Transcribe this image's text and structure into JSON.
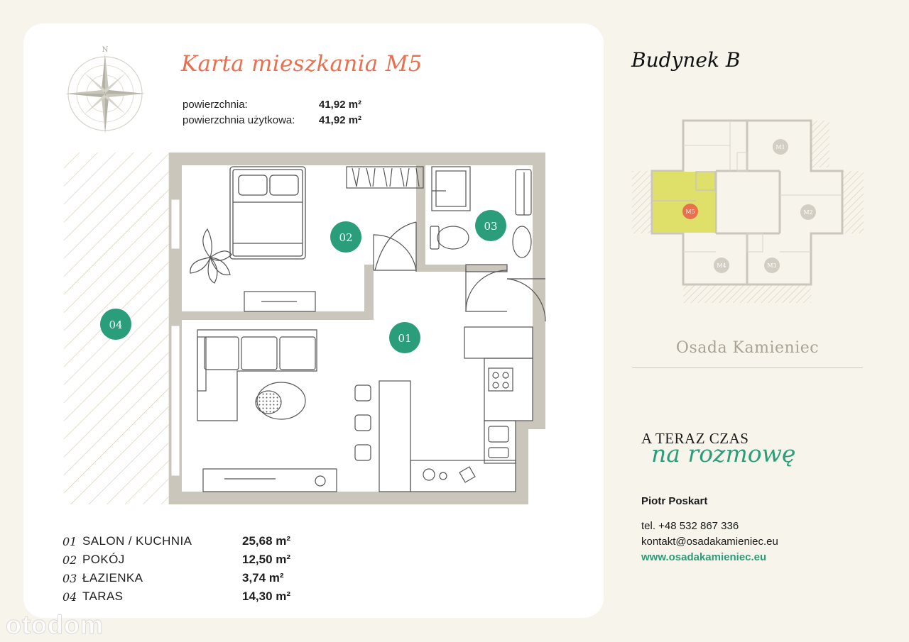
{
  "header": {
    "title": "Karta mieszkania M5",
    "compass_label": "N",
    "areas": [
      {
        "label": "powierzchnia:",
        "value": "41,92 m²"
      },
      {
        "label": "powierzchnia użytkowa:",
        "value": "41,92 m²"
      }
    ]
  },
  "plan": {
    "markers": [
      "01",
      "02",
      "03",
      "04"
    ]
  },
  "rooms": [
    {
      "num": "01",
      "name": "SALON / KUCHNIA",
      "area": "25,68 m²"
    },
    {
      "num": "02",
      "name": "POKÓJ",
      "area": "12,50 m²"
    },
    {
      "num": "03",
      "name": "ŁAZIENKA",
      "area": "3,74 m²"
    },
    {
      "num": "04",
      "name": "TARAS",
      "area": "14,30 m²"
    }
  ],
  "watermark": "otodom",
  "building": {
    "title": "Budynek B",
    "units": [
      "M1",
      "M2",
      "M3",
      "M4",
      "M5"
    ],
    "selected_unit": "M5"
  },
  "brand": "Osada Kamieniec",
  "slogan": {
    "line1": "A TERAZ CZAS",
    "line2": "na rozmowę"
  },
  "contact": {
    "name": "Piotr Poskart",
    "phone": "tel. +48 532 867 336",
    "email": "kontakt@osadakamieniec.eu",
    "website": "www.osadakamieniec.eu"
  },
  "colors": {
    "accent_title": "#e8704f",
    "marker_green": "#2a9d7a",
    "wall": "#cbc6bb",
    "selected_unit_fill": "#dfe06a",
    "selected_unit_marker": "#e8704f",
    "background": "#f7f4ec"
  }
}
